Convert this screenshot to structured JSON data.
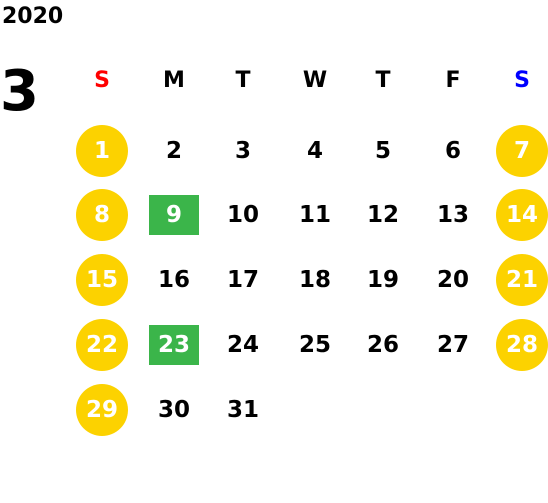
{
  "calendar": {
    "year": "2020",
    "month": "3",
    "weekdays": [
      {
        "label": "S",
        "color": "#ff0000"
      },
      {
        "label": "M",
        "color": "#000000"
      },
      {
        "label": "T",
        "color": "#000000"
      },
      {
        "label": "W",
        "color": "#000000"
      },
      {
        "label": "T",
        "color": "#000000"
      },
      {
        "label": "F",
        "color": "#000000"
      },
      {
        "label": "S",
        "color": "#0000ff"
      }
    ],
    "weeks": [
      [
        {
          "label": "1",
          "style": "weekend"
        },
        {
          "label": "2",
          "style": "normal"
        },
        {
          "label": "3",
          "style": "normal"
        },
        {
          "label": "4",
          "style": "normal"
        },
        {
          "label": "5",
          "style": "normal"
        },
        {
          "label": "6",
          "style": "normal"
        },
        {
          "label": "7",
          "style": "weekend"
        }
      ],
      [
        {
          "label": "8",
          "style": "weekend"
        },
        {
          "label": "9",
          "style": "marked"
        },
        {
          "label": "10",
          "style": "normal"
        },
        {
          "label": "11",
          "style": "normal"
        },
        {
          "label": "12",
          "style": "normal"
        },
        {
          "label": "13",
          "style": "normal"
        },
        {
          "label": "14",
          "style": "weekend"
        }
      ],
      [
        {
          "label": "15",
          "style": "weekend"
        },
        {
          "label": "16",
          "style": "normal"
        },
        {
          "label": "17",
          "style": "normal"
        },
        {
          "label": "18",
          "style": "normal"
        },
        {
          "label": "19",
          "style": "normal"
        },
        {
          "label": "20",
          "style": "normal"
        },
        {
          "label": "21",
          "style": "weekend"
        }
      ],
      [
        {
          "label": "22",
          "style": "weekend"
        },
        {
          "label": "23",
          "style": "marked"
        },
        {
          "label": "24",
          "style": "normal"
        },
        {
          "label": "25",
          "style": "normal"
        },
        {
          "label": "26",
          "style": "normal"
        },
        {
          "label": "27",
          "style": "normal"
        },
        {
          "label": "28",
          "style": "weekend"
        }
      ],
      [
        {
          "label": "29",
          "style": "weekend"
        },
        {
          "label": "30",
          "style": "normal"
        },
        {
          "label": "31",
          "style": "normal"
        }
      ]
    ],
    "colors": {
      "weekend_fill": "#fcd200",
      "marked_fill": "#3bb54a",
      "text": "#000000"
    }
  }
}
